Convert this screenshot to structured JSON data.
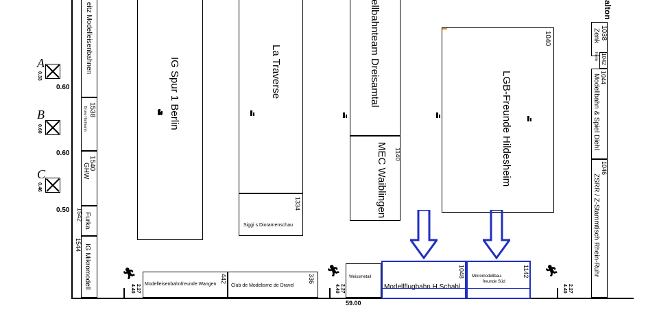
{
  "booths": {
    "modell_west": {
      "label": "eitz Modelleisenbahnen"
    },
    "ig_spur": {
      "label": "IG Spur 1 Berlin"
    },
    "la_traverse": {
      "label": "La Traverse"
    },
    "dreisamtal": {
      "label": "ellbahnteam Dreisamtal"
    },
    "lgb": {
      "number": "1040",
      "label": "LGB-Freunde Hildesheim"
    },
    "mec": {
      "number": "1140",
      "label": "MEC Waiblingen"
    },
    "siggis": {
      "number": "1334",
      "label": "Siggi s Dioramenschau"
    },
    "b1538": {
      "number": "1538",
      "label": "Bruno Hartmann"
    },
    "b1540": {
      "number": "1540",
      "label": "GHW"
    },
    "b1542": {
      "number": "1542",
      "label": "Furka"
    },
    "b1544": {
      "number": "1544",
      "label": "IG Mikromodell"
    },
    "zenk": {
      "number": "1038",
      "label": "Zenk"
    },
    "hertle": {
      "number": "1042",
      "label": "Hertle"
    },
    "diehl": {
      "number": "1044",
      "label": "Modellbahn & Spiel Diehl"
    },
    "zsrr": {
      "number": "1046",
      "label": "ZSRR / Z-Stammtisch Rhein-Ruhr"
    },
    "wangen": {
      "number": "442",
      "label": "Modelleisenbahnfreunde Wangen"
    },
    "dravel": {
      "number": "336",
      "label": "Club de Modelisme de Dravel"
    },
    "weissmetall": {
      "label": "Weissmetall"
    },
    "schahl": {
      "number": "1048",
      "label": "Modellflugbahn H.Schahl"
    },
    "sued": {
      "number": "1142",
      "label_line1": "Mikromodellbau-",
      "label_line2": "freunde Süd"
    }
  },
  "top_fragment": "alton",
  "fire_legend": [
    {
      "letter": "A",
      "side": "0.33",
      "bottom": "0.60"
    },
    {
      "letter": "B",
      "side": "0.60",
      "bottom": "0.60"
    },
    {
      "letter": "C",
      "side": "0.46",
      "bottom": "0.50"
    }
  ],
  "dims": {
    "d1": "4.40",
    "d1b": "2.27",
    "d2": "4.40",
    "d2b": "2.27",
    "d3": "4.40",
    "d3b": "2.27",
    "width_label": "59.00"
  },
  "colors": {
    "highlight": "#1f2fbf",
    "corner": "#e08a2a"
  }
}
